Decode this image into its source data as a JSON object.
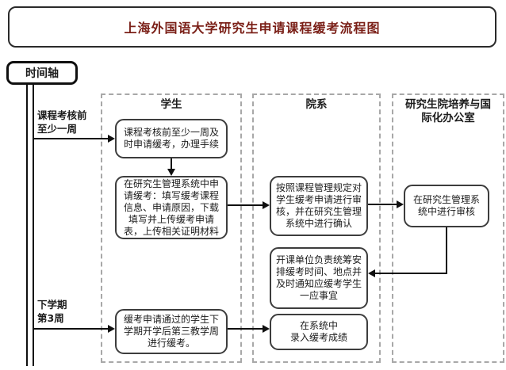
{
  "title": "上海外国语大学研究生申请课程缓考流程图",
  "colors": {
    "title_text": "#7a1f17",
    "line": "#101010",
    "lane_dash": "#a8a8a8",
    "node_border": "#3d3d3d"
  },
  "timeline": {
    "label": "时间轴",
    "markers": [
      {
        "text": "课程考核前\n至少一周"
      },
      {
        "text": "下学期\n第3周"
      }
    ]
  },
  "lanes": [
    {
      "header": "学生"
    },
    {
      "header": "院系"
    },
    {
      "header": "研究生院培养与国际化办公室"
    }
  ],
  "nodes": {
    "s1": "课程考核前至少一周及时申请缓考，办理手续",
    "s2": "在研究生管理系统中申请缓考：填写缓考课程信息、申请原因，下载填写并上传缓考申请表，上传相关证明材料",
    "d1": "按照课程管理规定对学生缓考申请进行审核，并在研究生管理系统中进行确认",
    "g1": "在研究生管理系统中进行审核",
    "d2": "开课单位负责统筹安排缓考时间、地点并及时通知应缓考学生一应事宜",
    "s3": "缓考申请通过的学生下学期开学后第三教学周进行缓考。",
    "d3": "在系统中\n录入缓考成绩"
  }
}
